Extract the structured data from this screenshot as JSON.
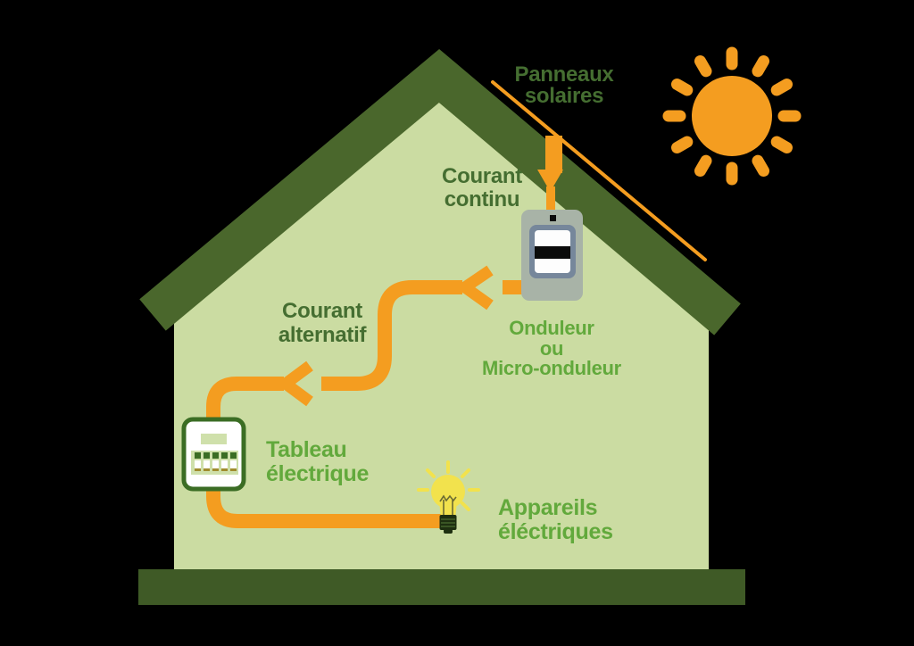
{
  "scene": {
    "background": "#000000",
    "colors": {
      "wall": "#cbdca2",
      "roof": "#4a672c",
      "ground": "#3f5a26",
      "orange": "#f49d20",
      "inverter_body": "#a8b3a7",
      "inverter_frame": "#76879b",
      "inverter_screen": "#fdfdfd",
      "inverter_stripe": "#0b0b0b",
      "panel_border": "#3b6d24",
      "panel_fill": "#ffffff",
      "panel_inner": "#cfe0ab",
      "bulb_yellow": "#f2e24d",
      "bulb_base": "#1e2f10",
      "dark_green_text": "#456e31",
      "bright_green_text": "#62a93c"
    },
    "icons": {
      "sun": "sun-icon",
      "bulb": "light-bulb-icon",
      "down_arrow": "arrow-down-icon",
      "left_arrow": "arrow-left-icon"
    },
    "labels": {
      "panneaux": {
        "lines": [
          "Panneaux",
          "solaires"
        ],
        "color": "#456e31"
      },
      "courant_continu": {
        "lines": [
          "Courant",
          "continu"
        ],
        "color": "#456e31"
      },
      "courant_alternatif": {
        "lines": [
          "Courant",
          "alternatif"
        ],
        "color": "#456e31"
      },
      "onduleur": {
        "lines": [
          "Onduleur",
          "ou",
          "Micro-onduleur"
        ],
        "color": "#62a93c"
      },
      "tableau": {
        "lines": [
          "Tableau",
          "électrique"
        ],
        "color": "#62a93c"
      },
      "appareils": {
        "lines": [
          "Appareils",
          "éléctriques"
        ],
        "color": "#62a93c"
      }
    }
  }
}
